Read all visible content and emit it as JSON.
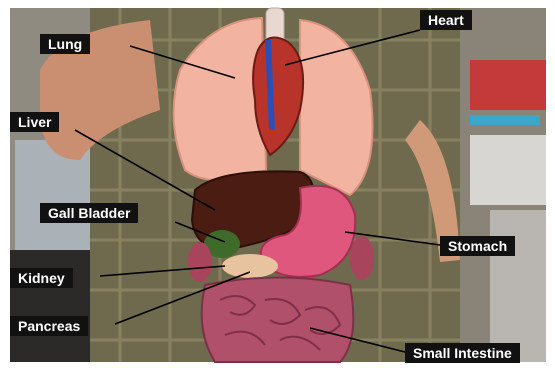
{
  "labels": {
    "heart": "Heart",
    "lung": "Lung",
    "liver": "Liver",
    "gall_bladder": "Gall Bladder",
    "stomach": "Stomach",
    "kidney": "Kidney",
    "pancreas": "Pancreas",
    "small_intestine": "Small Intestine"
  },
  "colors": {
    "label_background": "#111111",
    "label_text": "#ffffff",
    "pointer_line": "#000000",
    "lung": "#f2b4a0",
    "heart": "#b8332a",
    "liver": "#4a1c12",
    "stomach": "#e0577e",
    "intestine": "#b0506a"
  }
}
